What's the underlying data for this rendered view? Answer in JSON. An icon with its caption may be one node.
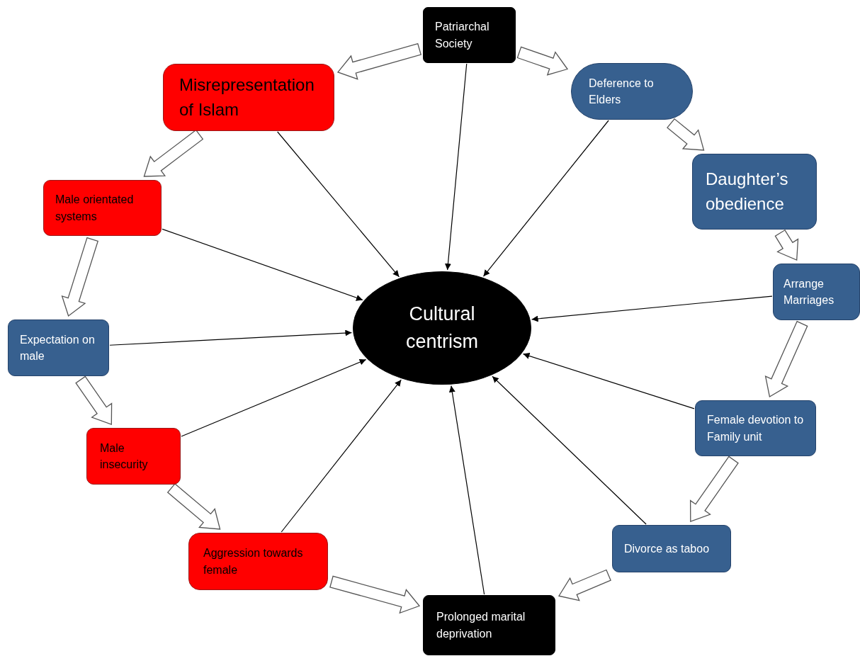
{
  "diagram": {
    "nodes": [
      {
        "text": [
          "Patriarchal Society"
        ]
      },
      {
        "text": [
          "Deference to Elders"
        ]
      },
      {
        "text": [
          "Daughter’s obedience"
        ]
      },
      {
        "text": [
          "Arrange Marriages"
        ]
      },
      {
        "text": [
          "Female devotion to Family unit"
        ]
      },
      {
        "text": [
          "Divorce as taboo"
        ]
      },
      {
        "text": [
          "Prolonged marital deprivation"
        ]
      },
      {
        "text": [
          "Aggression towards female"
        ]
      },
      {
        "text": [
          "Male insecurity"
        ]
      },
      {
        "text": [
          "Expectation on male"
        ]
      },
      {
        "text": [
          "Male orientated systems"
        ]
      },
      {
        "text": [
          "Misrepresentation of Islam"
        ]
      },
      {
        "text": [
          "Cultural centrism"
        ]
      }
    ],
    "edges": [
      {
        "from": 0,
        "to": 12,
        "arrow": "to"
      },
      {
        "from": 1,
        "to": 12,
        "arrow": "to"
      },
      {
        "from": 3,
        "to": 12,
        "arrow": "to"
      },
      {
        "from": 4,
        "to": 12,
        "arrow": "to"
      },
      {
        "from": 5,
        "to": 12,
        "arrow": "to"
      },
      {
        "from": 6,
        "to": 12,
        "arrow": "to"
      },
      {
        "from": 7,
        "to": 12,
        "arrow": "to"
      },
      {
        "from": 8,
        "to": 12,
        "arrow": "to"
      },
      {
        "from": 9,
        "to": 12,
        "arrow": "to"
      },
      {
        "from": 10,
        "to": 12,
        "arrow": "to"
      },
      {
        "from": 11,
        "to": 12,
        "arrow": "to"
      },
      {
        "from": 0,
        "to": 11,
        "arrow": "to",
        "style": "thick"
      },
      {
        "from": 0,
        "to": 1,
        "arrow": "to",
        "style": "thick"
      },
      {
        "from": 1,
        "to": 2,
        "arrow": "to",
        "style": "thick"
      },
      {
        "from": 2,
        "to": 3,
        "arrow": "to",
        "style": "thick"
      },
      {
        "from": 3,
        "to": 4,
        "arrow": "to",
        "style": "thick"
      },
      {
        "from": 4,
        "to": 5,
        "arrow": "to",
        "style": "thick"
      },
      {
        "from": 5,
        "to": 6,
        "arrow": "to",
        "style": "thick"
      },
      {
        "from": 7,
        "to": 6,
        "arrow": "to",
        "style": "thick"
      },
      {
        "from": 8,
        "to": 7,
        "arrow": "to",
        "style": "thick"
      },
      {
        "from": 9,
        "to": 8,
        "arrow": "to",
        "style": "thick"
      },
      {
        "from": 10,
        "to": 9,
        "arrow": "to",
        "style": "thick"
      },
      {
        "from": 11,
        "to": 10,
        "arrow": "to",
        "style": "thick"
      }
    ]
  }
}
